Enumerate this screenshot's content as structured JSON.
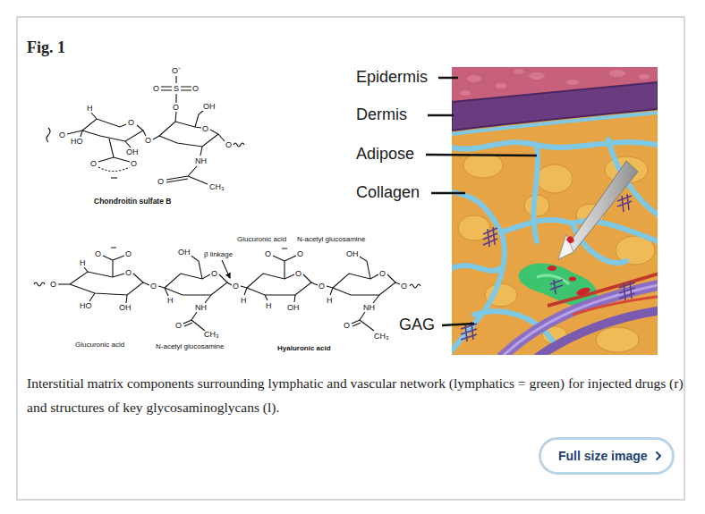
{
  "diagram": {
    "title": "Fig. 1",
    "caption": "Interstitial matrix components surrounding lymphatic and vascular network (lymphatics = green) for injected drugs (r) and structures of key glycosaminoglycans (l).",
    "nodes": [
      {
        "text": [
          "Full size image"
        ]
      }
    ],
    "labels": [
      "Epidermis",
      "Dermis",
      "Adipose",
      "Collagen",
      "GAG",
      "Chondroitin sulfate B",
      "O⁻",
      "O",
      "S",
      "O",
      "O",
      "OH",
      "O",
      "O",
      "NH",
      "O",
      "CH₃",
      "O",
      "H",
      "HO",
      "OH",
      "O",
      "O",
      "O",
      "O",
      "Glucuronic acid",
      "N-acetyl glucosamine",
      "β linkage",
      "OH",
      "OH",
      "O",
      "H",
      "HO",
      "OH",
      "O",
      "O",
      "O",
      "O",
      "H",
      "O",
      "NH",
      "O",
      "CH₃",
      "O",
      "O",
      "O",
      "O",
      "H",
      "H",
      "OH",
      "O",
      "O",
      "H",
      "NH",
      "O",
      "CH₃",
      "O",
      "Glucuronic acid",
      "N-acetyl glucosamine",
      "Hyaluronic acid"
    ]
  }
}
